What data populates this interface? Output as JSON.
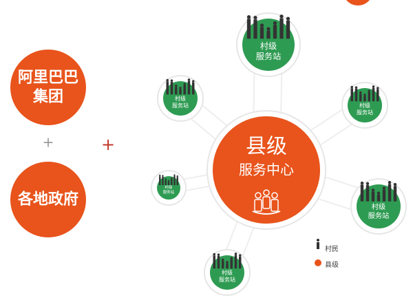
{
  "left": {
    "partner1": "阿里巴巴\n集团",
    "partner2": "各地政府",
    "plus1": "+",
    "plus2": "+"
  },
  "center": {
    "line1": "县级",
    "line2": "服务中心",
    "icon": "people-group-icon"
  },
  "stations": {
    "line1": "村级",
    "line2": "服务站",
    "count": 6
  },
  "legend": {
    "villager": "村民",
    "county": "县级"
  },
  "colors": {
    "orange": "#E8541C",
    "green": "#2E9B52",
    "dark": "#333333",
    "plus_red": "#C0392B",
    "plus_gray": "#999999"
  }
}
